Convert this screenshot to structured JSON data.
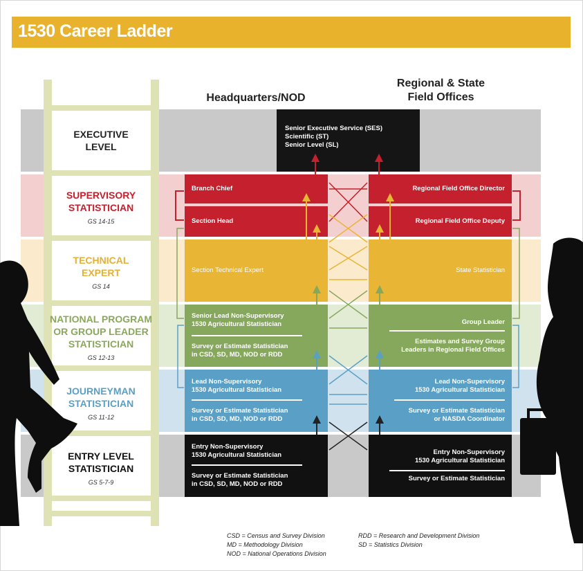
{
  "title": "1530 Career Ladder",
  "columns": {
    "hq": "Headquarters/NOD",
    "field_line1": "Regional & State",
    "field_line2": "Field Offices"
  },
  "levels": [
    {
      "name_lines": [
        "EXECUTIVE",
        "LEVEL"
      ],
      "grade": "",
      "color": "#222222",
      "band": "#c9c9c9"
    },
    {
      "name_lines": [
        "SUPERVISORY",
        "STATISTICIAN"
      ],
      "grade": "GS 14-15",
      "color": "#c4202d",
      "band": "#f3cfcf"
    },
    {
      "name_lines": [
        "TECHNICAL",
        "EXPERT"
      ],
      "grade": "GS 14",
      "color": "#e2b136",
      "band": "#fbeacc"
    },
    {
      "name_lines": [
        "NATIONAL PROGRAM",
        "OR GROUP LEADER",
        "STATISTICIAN"
      ],
      "grade": "GS 12-13",
      "color": "#8aa85a",
      "band": "#e2ebd4"
    },
    {
      "name_lines": [
        "JOURNEYMAN",
        "STATISTICIAN"
      ],
      "grade": "GS 11-12",
      "color": "#5a9fc4",
      "band": "#cfe2ee"
    },
    {
      "name_lines": [
        "ENTRY LEVEL",
        "STATISTICIAN"
      ],
      "grade": "GS 5-7-9",
      "color": "#111111",
      "band": "#c9c9c9"
    }
  ],
  "executive_box": [
    "Senior Executive Service (SES)",
    "Scientific (ST)",
    "Senior Level (SL)"
  ],
  "boxes": {
    "branch_chief": "Branch Chief",
    "section_head": "Section Head",
    "rfo_director": "Regional Field Office Director",
    "rfo_deputy": "Regional Field Office Deputy",
    "section_tech": "Section Technical Expert",
    "state_stat": "State Statistician",
    "natl_hq_top": [
      "Senior Lead Non-Supervisory",
      "1530 Agricultural Statistician"
    ],
    "natl_hq_bottom": [
      "Survey or Estimate Statistician",
      "in CSD, SD, MD, NOD or RDD"
    ],
    "natl_field_top": "Group Leader",
    "natl_field_bottom": [
      "Estimates and Survey Group",
      "Leaders in Regional Field Offices"
    ],
    "jour_hq_top": [
      "Lead Non-Supervisory",
      "1530 Agricultural Statistician"
    ],
    "jour_hq_bottom": [
      "Survey or Estimate Statistician",
      "in CSD, SD, MD, NOD or RDD"
    ],
    "jour_field_top": [
      "Lead Non-Supervisory",
      "1530 Agricultural Statistician"
    ],
    "jour_field_bottom": [
      "Survey or Estimate Statistician",
      "or NASDA Coordinator"
    ],
    "entry_hq_top": [
      "Entry Non-Supervisory",
      "1530 Agricultural Statistician"
    ],
    "entry_hq_bottom": [
      "Survey or Estimate Statistician",
      "in CSD, SD, MD, NOD or RDD"
    ],
    "entry_field_top": [
      "Entry Non-Supervisory",
      "1530 Agricultural Statistician"
    ],
    "entry_field_bottom": "Survey or Estimate Statistician"
  },
  "legend": {
    "csd": "CSD = Census and Survey Division",
    "md": "MD = Methodology Division",
    "nod": "NOD = National Operations Division",
    "rdd": "RDD = Research and Development Division",
    "sd": "SD = Statistics Division"
  },
  "colors": {
    "banner": "#e8b22d",
    "ladder": "#dfe2b4",
    "exec_box": "#151515",
    "red": "#c4202d",
    "gold": "#e8b534",
    "green": "#86a85c",
    "blue": "#5aa0c6",
    "black": "#111111"
  }
}
